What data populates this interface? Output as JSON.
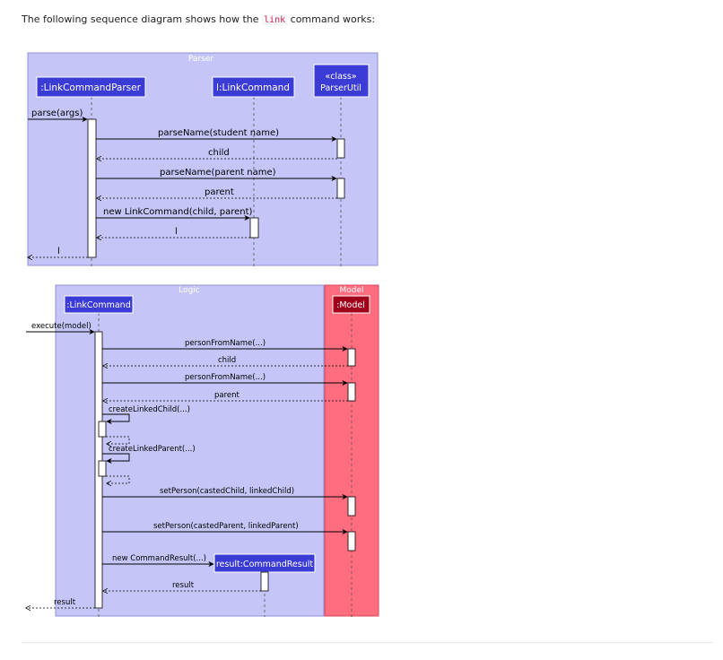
{
  "intro": {
    "prefix": "The following sequence diagram shows how the",
    "code": "link",
    "suffix": "command works:"
  },
  "colors": {
    "box_blue": "#c5c6f7",
    "participant": "#3b3bd6",
    "model_box": "#ff6d7f",
    "model_participant": "#a1001a",
    "line": "#000000"
  },
  "parser_diagram": {
    "box_label": "Parser",
    "participants": {
      "parser": ":LinkCommandParser",
      "command": "l:LinkCommand",
      "util_stereotype": "«class»",
      "util": "ParserUtil"
    },
    "messages": {
      "parse": "parse(args)",
      "parse_student": "parseName(student name)",
      "child_return": "child",
      "parse_parent": "parseName(parent name)",
      "parent_return": "parent",
      "new_command": "new LinkCommand(child, parent)",
      "l_return": "l",
      "final_return": "l"
    }
  },
  "logic_diagram": {
    "logic_label": "Logic",
    "model_label": "Model",
    "participants": {
      "command": ":LinkCommand",
      "model": ":Model",
      "result": "result:CommandResult"
    },
    "messages": {
      "execute": "execute(model)",
      "person_child": "personFromName(...)",
      "child_return": "child",
      "person_parent": "personFromName(...)",
      "parent_return": "parent",
      "create_child": "createLinkedChild(...)",
      "create_parent": "createLinkedParent(...)",
      "set_child": "setPerson(castedChild, linkedChild)",
      "set_parent": "setPerson(castedParent, linkedParent)",
      "new_result": "new CommandResult(...)",
      "result_return": "result",
      "final_return": "result"
    }
  }
}
